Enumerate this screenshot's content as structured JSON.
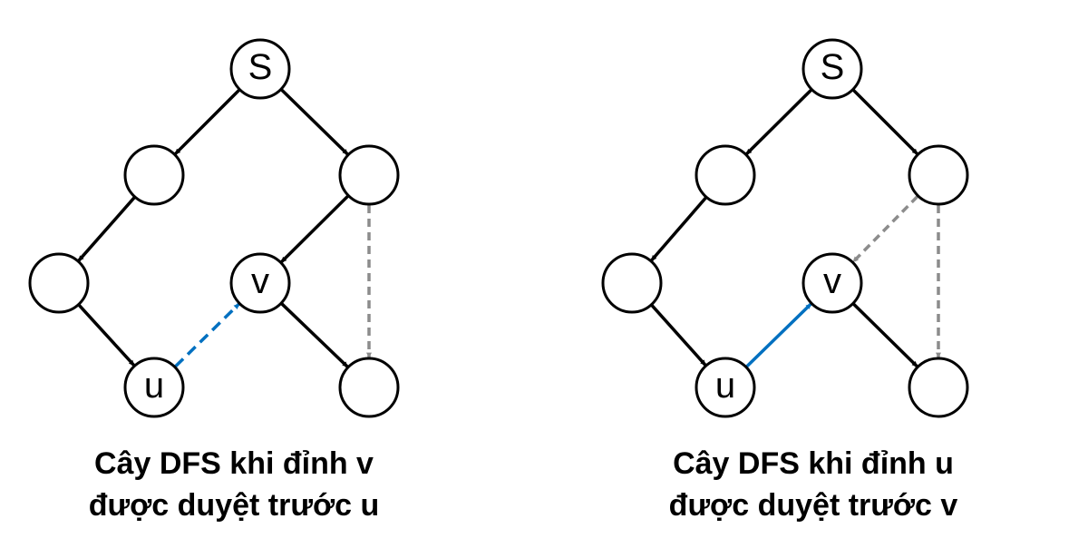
{
  "colors": {
    "tree_edge": "#000000",
    "highlight_edge": "#0070C0",
    "non_tree_edge": "#8C8C8C"
  },
  "diagrams": [
    {
      "id": "left",
      "nodes": [
        {
          "id": "s",
          "label": "S"
        },
        {
          "id": "a",
          "label": ""
        },
        {
          "id": "b",
          "label": ""
        },
        {
          "id": "c",
          "label": ""
        },
        {
          "id": "v",
          "label": "v"
        },
        {
          "id": "u",
          "label": "u"
        },
        {
          "id": "d",
          "label": ""
        }
      ],
      "edges": [
        {
          "from": "s",
          "to": "a",
          "style": "tree"
        },
        {
          "from": "s",
          "to": "b",
          "style": "tree"
        },
        {
          "from": "a",
          "to": "c",
          "style": "tree"
        },
        {
          "from": "c",
          "to": "u",
          "style": "tree"
        },
        {
          "from": "b",
          "to": "v",
          "style": "tree"
        },
        {
          "from": "v",
          "to": "d",
          "style": "tree"
        },
        {
          "from": "u",
          "to": "v",
          "style": "highlight-dashed"
        },
        {
          "from": "b",
          "to": "d",
          "style": "nontree-dashed"
        }
      ],
      "caption": [
        "Cây DFS khi đỉnh v",
        "được duyệt trước u"
      ]
    },
    {
      "id": "right",
      "nodes": [
        {
          "id": "s",
          "label": "S"
        },
        {
          "id": "a",
          "label": ""
        },
        {
          "id": "b",
          "label": ""
        },
        {
          "id": "c",
          "label": ""
        },
        {
          "id": "v",
          "label": "v"
        },
        {
          "id": "u",
          "label": "u"
        },
        {
          "id": "d",
          "label": ""
        }
      ],
      "edges": [
        {
          "from": "s",
          "to": "a",
          "style": "tree"
        },
        {
          "from": "s",
          "to": "b",
          "style": "tree"
        },
        {
          "from": "a",
          "to": "c",
          "style": "tree"
        },
        {
          "from": "c",
          "to": "u",
          "style": "tree"
        },
        {
          "from": "u",
          "to": "v",
          "style": "highlight-solid"
        },
        {
          "from": "v",
          "to": "d",
          "style": "tree"
        },
        {
          "from": "b",
          "to": "v",
          "style": "nontree-dashed"
        },
        {
          "from": "b",
          "to": "d",
          "style": "nontree-dashed"
        }
      ],
      "caption": [
        "Cây DFS khi đỉnh u",
        "được duyệt trước v"
      ]
    }
  ]
}
